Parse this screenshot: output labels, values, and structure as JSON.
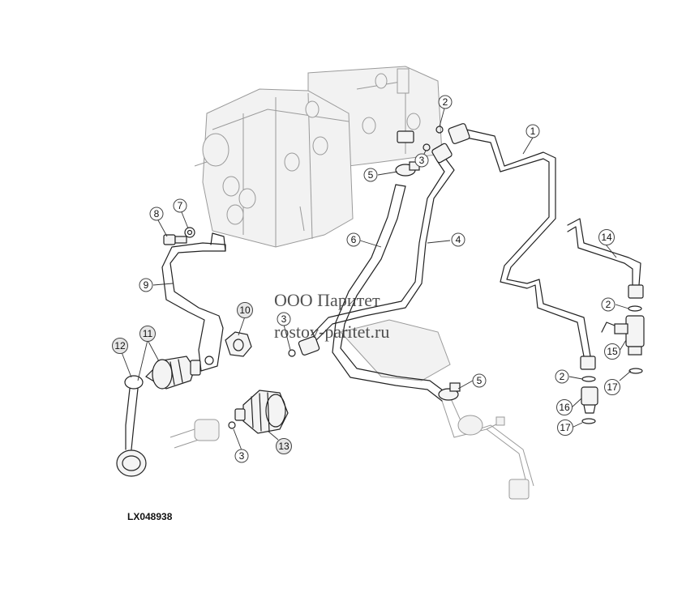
{
  "figure_code": "LX048938",
  "watermark": {
    "line1": "ООО Паритет",
    "line2": "rostov-paritet.ru"
  },
  "callouts": [
    {
      "id": "c1",
      "label": "1",
      "shaded": false
    },
    {
      "id": "c2a",
      "label": "2",
      "shaded": false
    },
    {
      "id": "c3a",
      "label": "3",
      "shaded": false
    },
    {
      "id": "c5a",
      "label": "5",
      "shaded": false
    },
    {
      "id": "c6",
      "label": "6",
      "shaded": false
    },
    {
      "id": "c4",
      "label": "4",
      "shaded": false
    },
    {
      "id": "c7",
      "label": "7",
      "shaded": false
    },
    {
      "id": "c8",
      "label": "8",
      "shaded": false
    },
    {
      "id": "c9",
      "label": "9",
      "shaded": false
    },
    {
      "id": "c10",
      "label": "10",
      "shaded": true
    },
    {
      "id": "c3b",
      "label": "3",
      "shaded": false
    },
    {
      "id": "c12",
      "label": "12",
      "shaded": true
    },
    {
      "id": "c11",
      "label": "11",
      "shaded": true
    },
    {
      "id": "c3c",
      "label": "3",
      "shaded": false
    },
    {
      "id": "c13",
      "label": "13",
      "shaded": true
    },
    {
      "id": "c5b",
      "label": "5",
      "shaded": false
    },
    {
      "id": "c14",
      "label": "14",
      "shaded": false
    },
    {
      "id": "c2b",
      "label": "2",
      "shaded": false
    },
    {
      "id": "c15",
      "label": "15",
      "shaded": false
    },
    {
      "id": "c17a",
      "label": "17",
      "shaded": false
    },
    {
      "id": "c2c",
      "label": "2",
      "shaded": false
    },
    {
      "id": "c16",
      "label": "16",
      "shaded": false
    },
    {
      "id": "c17b",
      "label": "17",
      "shaded": false
    }
  ]
}
